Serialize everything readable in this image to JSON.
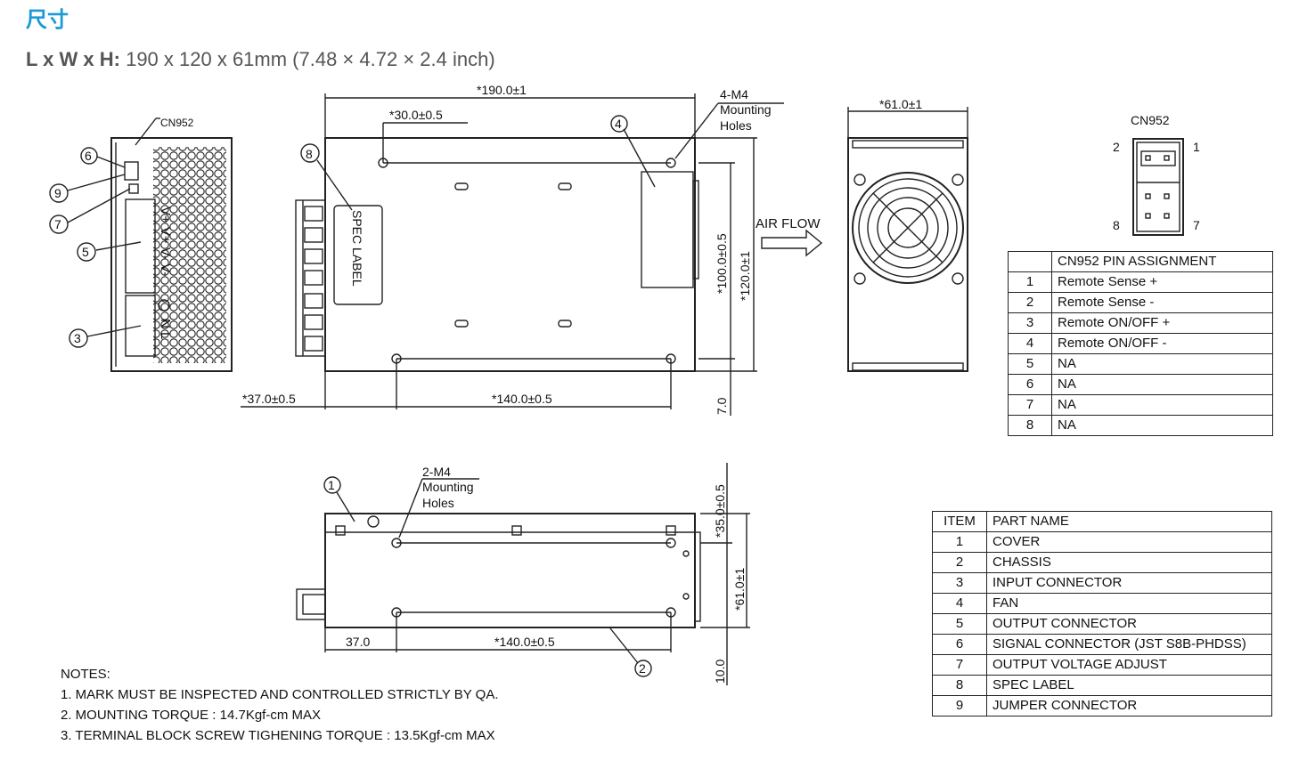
{
  "heading": "尺寸",
  "dimensions": {
    "label": "L x W x H:",
    "value": "190 x 120 x 61mm (7.48 × 4.72 × 2.4 inch)"
  },
  "drawing": {
    "side": {
      "cn952": "CN952",
      "terminal_labels": "V+ V+ V- V-",
      "ln_labels": "N L",
      "callouts": [
        "6",
        "9",
        "7",
        "5",
        "3"
      ]
    },
    "top": {
      "length": "*190.0±1",
      "offset_top": "*30.0±0.5",
      "mount": [
        "4-M4",
        "Mounting",
        "Holes"
      ],
      "spec_label": "SPEC LABEL",
      "left_offset": "*37.0±0.5",
      "hole_pitch": "*140.0±0.5",
      "hole_v": "*100.0±0.5",
      "width": "*120.0±1",
      "bottom_margin": "7.0",
      "callouts": [
        "8",
        "4"
      ]
    },
    "end": {
      "height": "*61.0±1",
      "airflow": "AIR FLOW"
    },
    "connector": {
      "title": "CN952",
      "pins": [
        "2",
        "1",
        "8",
        "7"
      ]
    },
    "bottom": {
      "mount": [
        "2-M4",
        "Mounting",
        "Holes"
      ],
      "left_offset": "37.0",
      "hole_pitch": "*140.0±0.5",
      "upper": "*35.0±0.5",
      "height": "*61.0±1",
      "bottom_margin": "10.0",
      "callouts": [
        "1",
        "2"
      ]
    }
  },
  "pin_table": {
    "header": "CN952 PIN ASSIGNMENT",
    "rows": [
      {
        "num": "1",
        "name": "Remote Sense +"
      },
      {
        "num": "2",
        "name": "Remote Sense -"
      },
      {
        "num": "3",
        "name": "Remote ON/OFF +"
      },
      {
        "num": "4",
        "name": "Remote ON/OFF -"
      },
      {
        "num": "5",
        "name": "NA"
      },
      {
        "num": "6",
        "name": "NA"
      },
      {
        "num": "7",
        "name": "NA"
      },
      {
        "num": "8",
        "name": "NA"
      }
    ]
  },
  "part_table": {
    "header_item": "ITEM",
    "header_name": "PART NAME",
    "rows": [
      {
        "num": "1",
        "name": "COVER"
      },
      {
        "num": "2",
        "name": "CHASSIS"
      },
      {
        "num": "3",
        "name": "INPUT CONNECTOR"
      },
      {
        "num": "4",
        "name": "FAN"
      },
      {
        "num": "5",
        "name": "OUTPUT CONNECTOR"
      },
      {
        "num": "6",
        "name": "SIGNAL CONNECTOR (JST S8B-PHDSS)"
      },
      {
        "num": "7",
        "name": "OUTPUT VOLTAGE ADJUST"
      },
      {
        "num": "8",
        "name": "SPEC LABEL"
      },
      {
        "num": "9",
        "name": "JUMPER CONNECTOR"
      }
    ]
  },
  "notes": {
    "title": "NOTES:",
    "items": [
      "1. MARK MUST BE INSPECTED AND CONTROLLED STRICTLY BY QA.",
      "2. MOUNTING TORQUE : 14.7Kgf-cm MAX",
      "3. TERMINAL BLOCK SCREW TIGHENING TORQUE : 13.5Kgf-cm MAX"
    ]
  }
}
